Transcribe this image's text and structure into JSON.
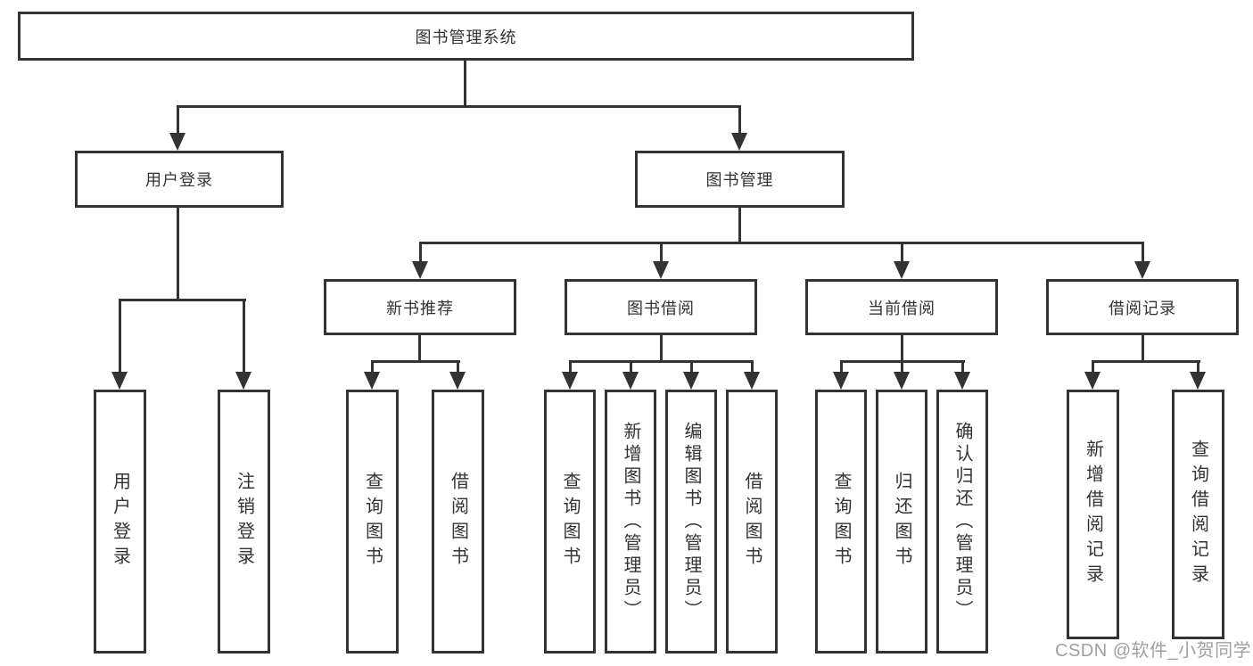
{
  "diagram": {
    "title_node": {
      "label": "图书管理系统"
    },
    "level2": [
      {
        "id": "user-login",
        "label": "用户登录"
      },
      {
        "id": "book-management",
        "label": "图书管理"
      }
    ],
    "level3": [
      {
        "id": "new-book-recommend",
        "label": "新书推荐"
      },
      {
        "id": "book-borrow",
        "label": "图书借阅"
      },
      {
        "id": "current-borrow",
        "label": "当前借阅"
      },
      {
        "id": "borrow-record",
        "label": "借阅记录"
      }
    ],
    "leaves": {
      "user_login": [
        "用户登录",
        "注销登录"
      ],
      "new_book": [
        "查询图书",
        "借阅图书"
      ],
      "book_borrow": [
        "查询图书",
        "新增图书（管理员）",
        "编辑图书（管理员）",
        "借阅图书"
      ],
      "current_borrow": [
        "查询图书",
        "归还图书",
        "确认归还（管理员）"
      ],
      "borrow_record": [
        "新增借阅记录",
        "查询借阅记录"
      ]
    }
  },
  "watermark": {
    "text": "CSDN @软件_小贺同学"
  },
  "colors": {
    "line": "#333333",
    "text": "#333333",
    "watermark": "#9b9b9b",
    "background": "#ffffff"
  }
}
